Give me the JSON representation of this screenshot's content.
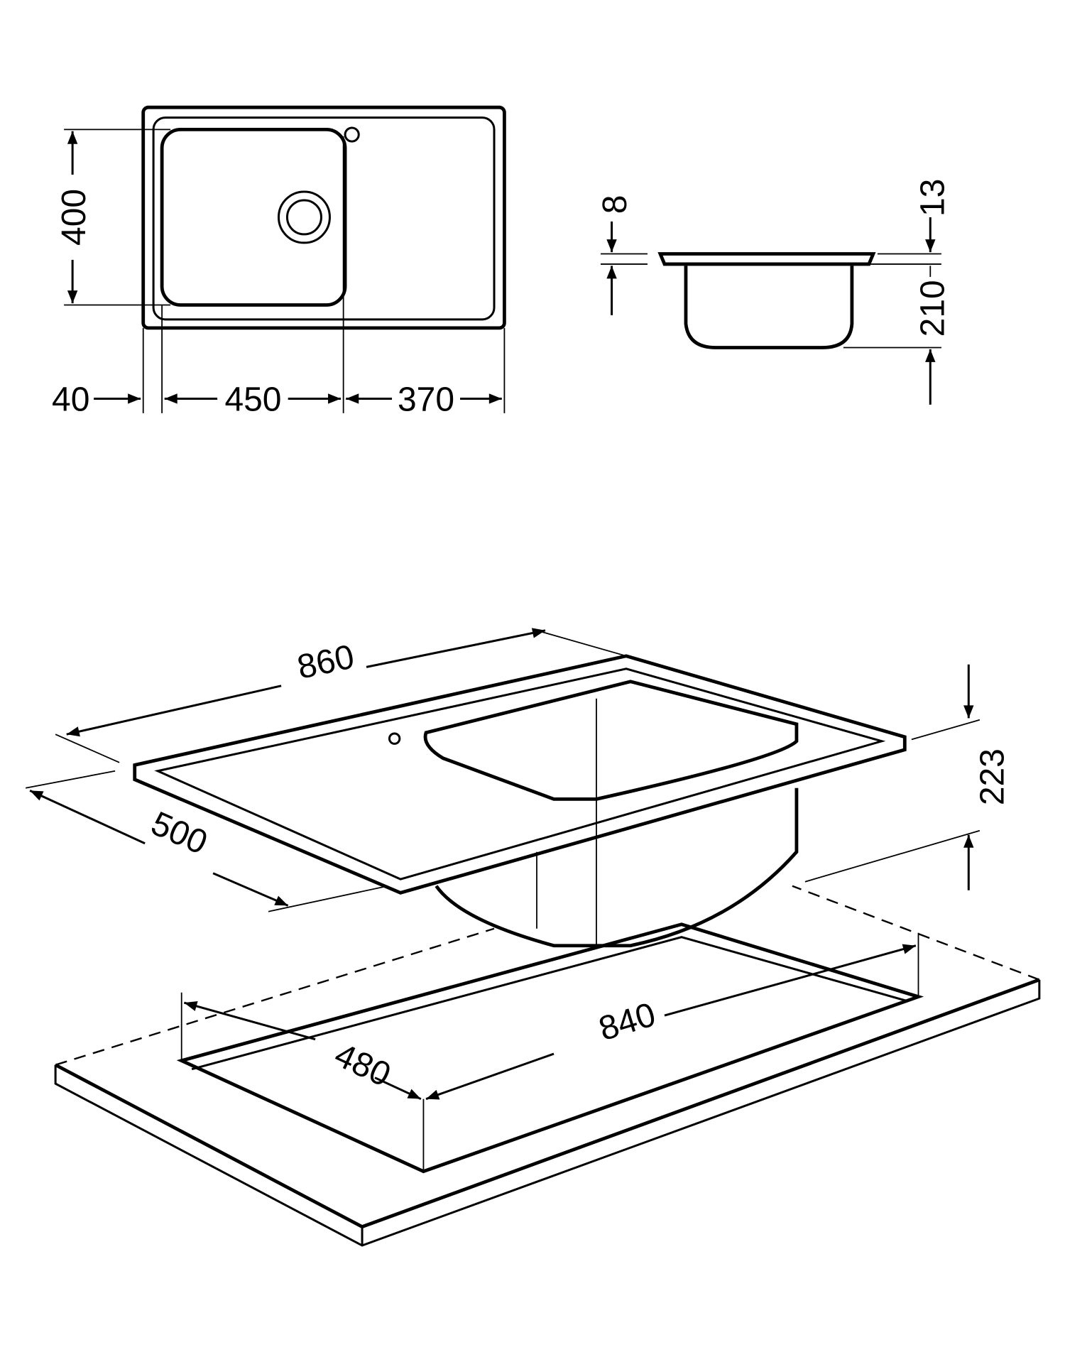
{
  "top_view": {
    "height": "400",
    "offset_left": "40",
    "bowl_width": "450",
    "drainer_width": "370"
  },
  "side_view": {
    "rim_left": "8",
    "rim_right": "13",
    "bowl_depth": "210"
  },
  "iso_view": {
    "overall_length": "860",
    "overall_width": "500",
    "total_depth": "223",
    "cutout_length": "840",
    "cutout_width": "480"
  },
  "colors": {
    "line": "#000000",
    "background": "#ffffff"
  }
}
